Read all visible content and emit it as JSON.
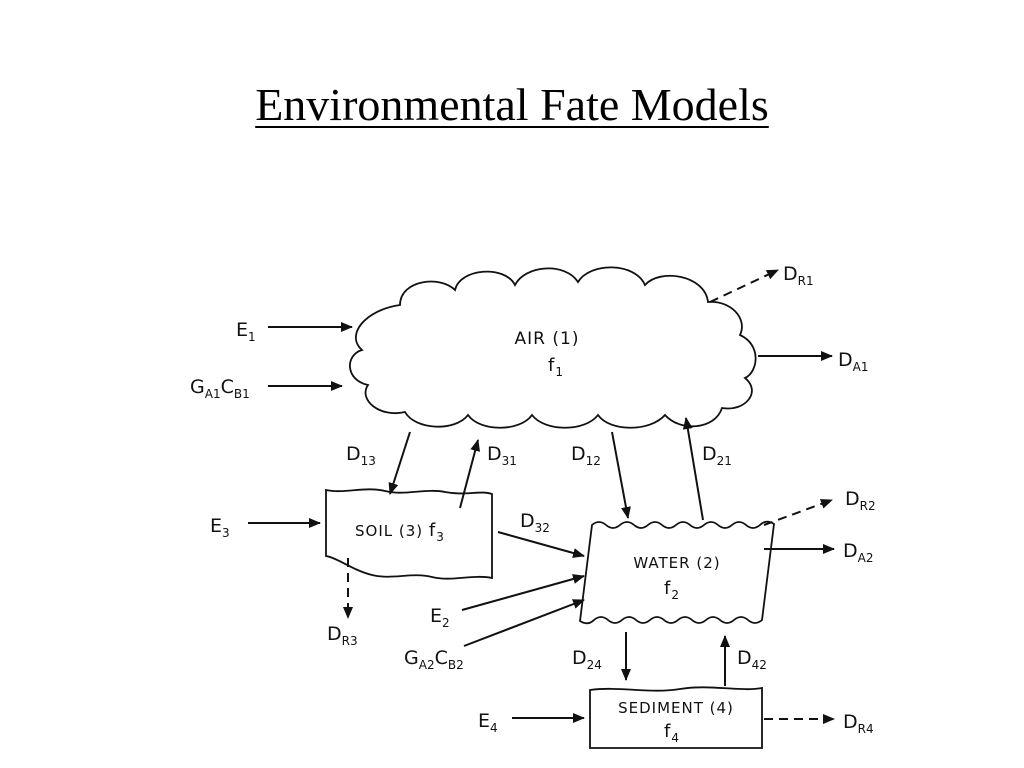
{
  "title": "Environmental Fate Models",
  "compartments": {
    "air": {
      "name": "AIR (1)",
      "fugacity": "f",
      "fugacity_sub": "1"
    },
    "soil": {
      "name": "SOIL (3) ",
      "fugacity": "f",
      "fugacity_sub": "3"
    },
    "water": {
      "name": "WATER (2)",
      "fugacity": "f",
      "fugacity_sub": "2"
    },
    "sediment": {
      "name": "SEDIMENT (4)",
      "fugacity": "f",
      "fugacity_sub": "4"
    }
  },
  "flows": {
    "E1": {
      "main": "E",
      "sub": "1"
    },
    "GA1CB1": {
      "m1": "G",
      "s1": "A1",
      "m2": "C",
      "s2": "B1"
    },
    "DR1": {
      "main": "D",
      "sub": "R1"
    },
    "DA1": {
      "main": "D",
      "sub": "A1"
    },
    "D13": {
      "main": "D",
      "sub": "13"
    },
    "D31": {
      "main": "D",
      "sub": "31"
    },
    "D12": {
      "main": "D",
      "sub": "12"
    },
    "D21": {
      "main": "D",
      "sub": "21"
    },
    "E3": {
      "main": "E",
      "sub": "3"
    },
    "D32": {
      "main": "D",
      "sub": "32"
    },
    "DR3": {
      "main": "D",
      "sub": "R3"
    },
    "DR2": {
      "main": "D",
      "sub": "R2"
    },
    "DA2": {
      "main": "D",
      "sub": "A2"
    },
    "E2": {
      "main": "E",
      "sub": "2"
    },
    "GA2CB2": {
      "m1": "G",
      "s1": "A2",
      "m2": "C",
      "s2": "B2"
    },
    "D24": {
      "main": "D",
      "sub": "24"
    },
    "D42": {
      "main": "D",
      "sub": "42"
    },
    "E4": {
      "main": "E",
      "sub": "4"
    },
    "DR4": {
      "main": "D",
      "sub": "R4"
    }
  }
}
